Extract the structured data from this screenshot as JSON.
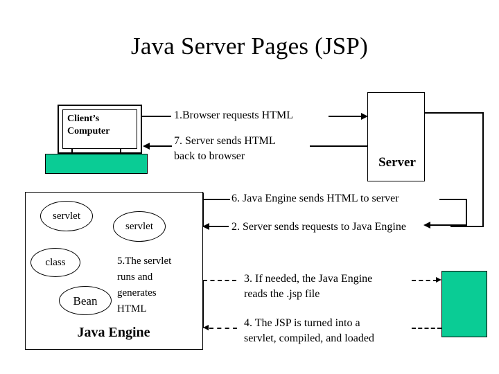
{
  "slide": {
    "title": "Java Server Pages (JSP)"
  },
  "client": {
    "label": "Client’s\nComputer",
    "base_color": "#0ACC95"
  },
  "server": {
    "label": "Server"
  },
  "java_engine": {
    "label": "Java Engine",
    "ovals": [
      {
        "name": "servlet-oval-1",
        "label": "servlet"
      },
      {
        "name": "servlet-oval-2",
        "label": "servlet"
      },
      {
        "name": "class-oval",
        "label": "class"
      },
      {
        "name": "bean-oval",
        "label": "Bean"
      }
    ],
    "note": "5.The servlet\nruns and\ngenerates\nHTML"
  },
  "disk": {
    "color": "#0ACC95"
  },
  "steps": {
    "step1": "1.Browser requests HTML",
    "step2": "2. Server sends requests to Java Engine",
    "step3": "3. If needed, the Java Engine\nreads the .jsp file",
    "step4": "4. The JSP is turned into a\nservlet, compiled, and loaded",
    "step6": "6. Java Engine sends HTML to server",
    "step7": "7. Server sends HTML\nback to browser"
  }
}
